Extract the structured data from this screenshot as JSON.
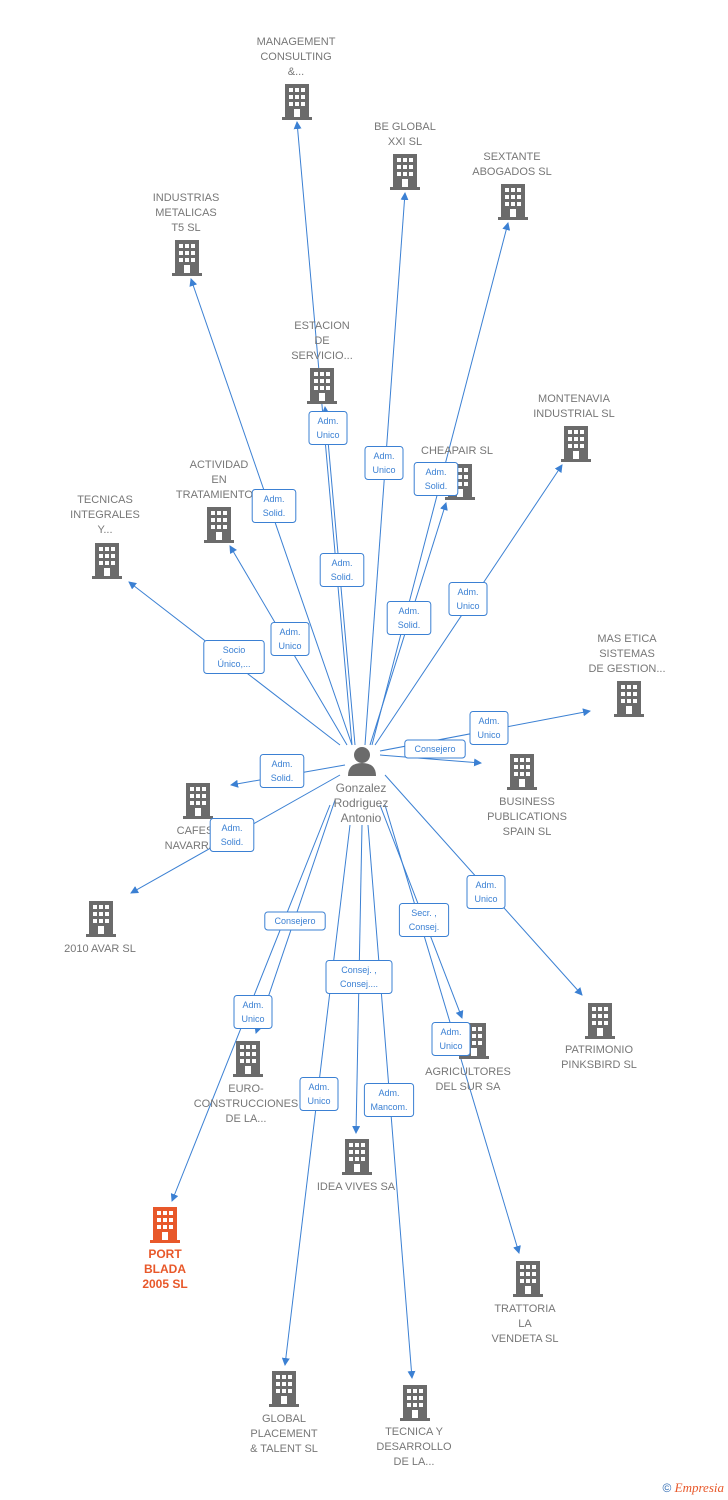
{
  "colors": {
    "edge": "#3b80d3",
    "building": "#6b6b6b",
    "highlight": "#e8582a",
    "text": "#777777"
  },
  "center": {
    "name": [
      "Gonzalez",
      "Rodriguez",
      "Antonio"
    ],
    "icon": "person-icon"
  },
  "nodes": [
    {
      "id": "management",
      "label": [
        "MANAGEMENT",
        "CONSULTING",
        "&..."
      ]
    },
    {
      "id": "beglobal",
      "label": [
        "BE GLOBAL",
        "XXI  SL"
      ]
    },
    {
      "id": "sextante",
      "label": [
        "SEXTANTE",
        "ABOGADOS SL"
      ]
    },
    {
      "id": "industrias",
      "label": [
        "INDUSTRIAS",
        "METALICAS",
        "T5 SL"
      ]
    },
    {
      "id": "estacion",
      "label": [
        "ESTACION",
        "DE",
        "SERVICIO..."
      ]
    },
    {
      "id": "montenavia",
      "label": [
        "MONTENAVIA",
        "INDUSTRIAL SL"
      ]
    },
    {
      "id": "cheapair",
      "label": [
        "CHEAPAIR  SL"
      ]
    },
    {
      "id": "actividad",
      "label": [
        "ACTIVIDAD",
        "EN",
        "TRATAMIENTO..."
      ]
    },
    {
      "id": "tecnicas",
      "label": [
        "TECNICAS",
        "INTEGRALES",
        "Y..."
      ]
    },
    {
      "id": "masetica",
      "label": [
        "MAS ETICA",
        "SISTEMAS",
        "DE GESTION..."
      ]
    },
    {
      "id": "business",
      "label": [
        "BUSINESS",
        "PUBLICATIONS",
        "SPAIN SL"
      ]
    },
    {
      "id": "cafes",
      "label": [
        "CAFES",
        "NAVARRA..."
      ]
    },
    {
      "id": "avar",
      "label": [
        "2010 AVAR SL"
      ]
    },
    {
      "id": "patrimonio",
      "label": [
        "PATRIMONIO",
        "PINKSBIRD SL"
      ]
    },
    {
      "id": "euro",
      "label": [
        "EURO-",
        "CONSTRUCCIONES",
        "DE LA..."
      ]
    },
    {
      "id": "agricultores",
      "label": [
        "AGRICULTORES",
        "DEL SUR SA"
      ]
    },
    {
      "id": "ideavives",
      "label": [
        "IDEA VIVES SA"
      ]
    },
    {
      "id": "portblada",
      "label": [
        "PORT",
        "BLADA",
        "2005 SL"
      ],
      "highlight": true
    },
    {
      "id": "trattoria",
      "label": [
        "TRATTORIA",
        "LA",
        "VENDETA SL"
      ]
    },
    {
      "id": "global",
      "label": [
        "GLOBAL",
        "PLACEMENT",
        "& TALENT  SL"
      ]
    },
    {
      "id": "tecnica",
      "label": [
        "TECNICA Y",
        "DESARROLLO",
        "DE LA..."
      ]
    }
  ],
  "badges": [
    {
      "target": "estacion",
      "lines": [
        "Adm.",
        "Unico"
      ]
    },
    {
      "target": "beglobal",
      "lines": [
        "Adm.",
        "Unico"
      ]
    },
    {
      "target": "cheapair",
      "lines": [
        "Adm.",
        "Solid."
      ]
    },
    {
      "target": "industrias",
      "lines": [
        "Adm.",
        "Solid."
      ]
    },
    {
      "target": "management",
      "lines": [
        "Adm.",
        "Solid."
      ]
    },
    {
      "target": "sextante",
      "lines": [
        "Adm.",
        "Solid."
      ]
    },
    {
      "target": "montenavia",
      "lines": [
        "Adm.",
        "Unico"
      ]
    },
    {
      "target": "actividad",
      "lines": [
        "Adm.",
        "Unico"
      ]
    },
    {
      "target": "tecnicas",
      "lines": [
        "Socio",
        "Único,..."
      ]
    },
    {
      "target": "masetica",
      "lines": [
        "Adm.",
        "Unico"
      ]
    },
    {
      "target": "business",
      "lines": [
        "Consejero"
      ]
    },
    {
      "target": "cafes",
      "lines": [
        "Adm.",
        "Solid."
      ]
    },
    {
      "target": "avar",
      "lines": [
        "Adm.",
        "Solid."
      ]
    },
    {
      "target": "patrimonio",
      "lines": [
        "Adm.",
        "Unico"
      ]
    },
    {
      "target": "euro",
      "lines": [
        "Consejero"
      ]
    },
    {
      "target": "agricultores",
      "lines": [
        "Secr. ,",
        "Consej."
      ]
    },
    {
      "target": "ideavives",
      "lines": [
        "Consej. ,",
        "Consej...."
      ]
    },
    {
      "target": "portblada",
      "lines": [
        "Adm.",
        "Unico"
      ]
    },
    {
      "target": "trattoria",
      "lines": [
        "Adm.",
        "Unico"
      ]
    },
    {
      "target": "global",
      "lines": [
        "Adm.",
        "Unico"
      ]
    },
    {
      "target": "tecnica",
      "lines": [
        "Adm.",
        "Mancom."
      ]
    }
  ],
  "footer": {
    "copyright": "©",
    "brand": "Empresia"
  }
}
